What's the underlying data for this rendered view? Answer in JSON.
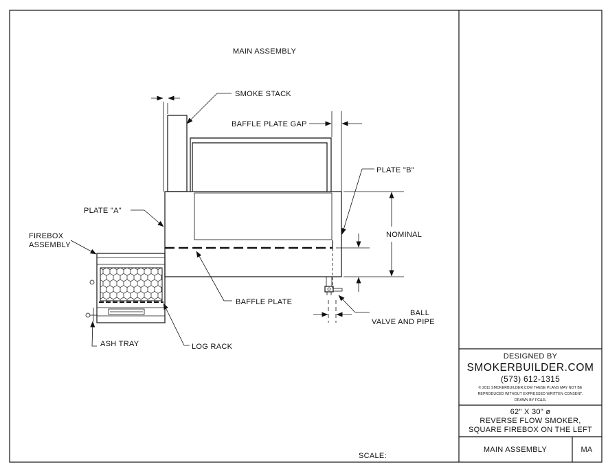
{
  "drawing": {
    "title": "MAIN ASSEMBLY",
    "scale_label": "SCALE:",
    "labels": {
      "smoke_stack": "SMOKE STACK",
      "baffle_plate_gap": "BAFFLE PLATE GAP",
      "plate_b": "PLATE \"B\"",
      "plate_a": "PLATE \"A\"",
      "firebox_line1": "FIREBOX",
      "firebox_line2": "ASSEMBLY",
      "nominal": "NOMINAL",
      "baffle_plate": "BAFFLE PLATE",
      "ball_line1": "BALL",
      "ball_line2": "VALVE AND PIPE",
      "ash_tray": "ASH TRAY",
      "log_rack": "LOG RACK"
    }
  },
  "title_block": {
    "designed_by": "DESIGNED BY",
    "company": "SMOKERBUILDER.COM",
    "phone": "(573) 612-1315",
    "copyright_line1": "© 2011 SMOKERBUILDER.COM THESE PLANS MAY NOT BE",
    "copyright_line2": "REPRODUCED WITHOUT EXPRESSED WRITTEN CONSENT.",
    "drawn_by": "DRAWN BY FC&JL",
    "spec_line1": "62\" X 30\" ø",
    "spec_line2": "REVERSE FLOW SMOKER,",
    "spec_line3": "SQUARE FIREBOX ON THE LEFT",
    "sheet_name": "MAIN ASSEMBLY",
    "sheet_code": "MA"
  }
}
